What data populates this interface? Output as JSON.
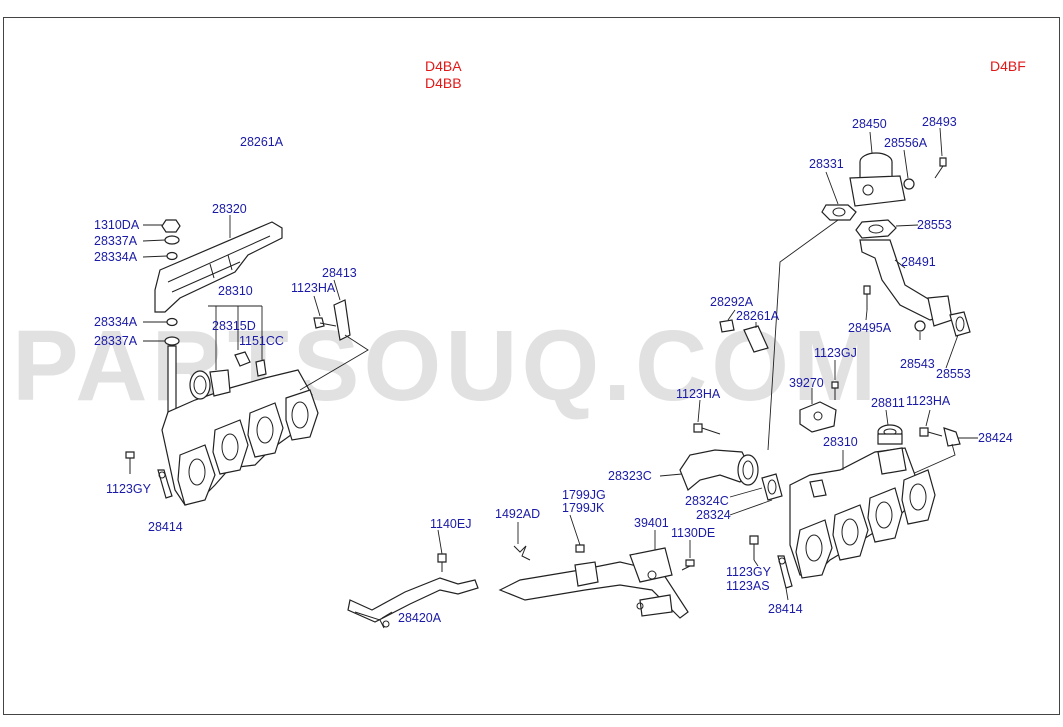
{
  "engines_left": [
    "D4BA",
    "D4BB"
  ],
  "engine_right": "D4BF",
  "watermark": "PARTSOUQ.COM",
  "labels": {
    "l28261A_left": "28261A",
    "l28320": "28320",
    "l1310DA": "1310DA",
    "l28337A_top": "28337A",
    "l28334A_top": "28334A",
    "l28334A_mid": "28334A",
    "l28337A_mid": "28337A",
    "l28310_left": "28310",
    "l28315D": "28315D",
    "l1151CC": "1151CC",
    "l28413": "28413",
    "l1123HA_left": "1123HA",
    "l1123GY_left": "1123GY",
    "l28414_left": "28414",
    "l1140EJ": "1140EJ",
    "l28420A": "28420A",
    "l1492AD": "1492AD",
    "l1799JG": "1799JG",
    "l1799JK": "1799JK",
    "l39401": "39401",
    "l1130DE": "1130DE",
    "l28450": "28450",
    "l28493": "28493",
    "l28331": "28331",
    "l28556A": "28556A",
    "l28553_top": "28553",
    "l28491": "28491",
    "l28292A": "28292A",
    "l28261A_right": "28261A",
    "l28495A": "28495A",
    "l28543": "28543",
    "l28553_bot": "28553",
    "l1123GJ": "1123GJ",
    "l39270": "39270",
    "l1123HA_mid": "1123HA",
    "l28811": "28811",
    "l1123HA_right": "1123HA",
    "l28424": "28424",
    "l28310_right": "28310",
    "l28323C": "28323C",
    "l28324C": "28324C",
    "l28324": "28324",
    "l1123GY_right": "1123GY",
    "l1123AS": "1123AS",
    "l28414_right": "28414"
  }
}
